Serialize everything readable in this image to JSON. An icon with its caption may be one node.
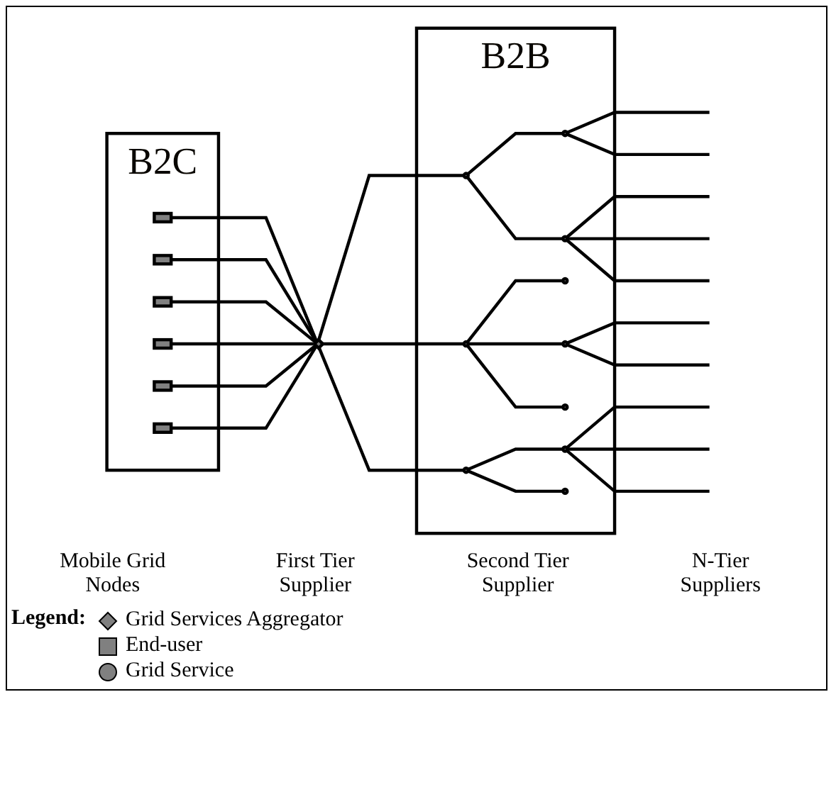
{
  "diagram": {
    "nodes": [
      {
        "text": [
          "B2C"
        ]
      },
      {
        "text": [],
        "shape": "box",
        "in": 0
      },
      {
        "text": [],
        "shape": "box",
        "in": 0
      },
      {
        "text": [],
        "shape": "box",
        "in": 0
      },
      {
        "text": [],
        "shape": "box",
        "in": 0
      },
      {
        "text": [],
        "shape": "box",
        "in": 0
      },
      {
        "text": [],
        "shape": "box",
        "in": 0
      },
      {
        "text": [],
        "shape": "diamond"
      },
      {
        "text": [
          "B2B"
        ]
      },
      {
        "text": [],
        "shape": "circle",
        "in": 8
      },
      {
        "text": [],
        "shape": "circle",
        "in": 8
      },
      {
        "text": [],
        "shape": "circle",
        "in": 8
      },
      {
        "text": [],
        "shape": "circle",
        "in": 8
      },
      {
        "text": [],
        "shape": "circle",
        "in": 8
      },
      {
        "text": [],
        "shape": "circle",
        "in": 8
      },
      {
        "text": [],
        "shape": "circle",
        "in": 8
      },
      {
        "text": [],
        "shape": "circle",
        "in": 8
      },
      {
        "text": [],
        "shape": "circle",
        "in": 8
      },
      {
        "text": [],
        "shape": "circle",
        "in": 8
      }
    ],
    "edges": [
      {
        "from": 1,
        "to": 7,
        "arrow": "none"
      },
      {
        "from": 2,
        "to": 7,
        "arrow": "none"
      },
      {
        "from": 3,
        "to": 7,
        "arrow": "none"
      },
      {
        "from": 4,
        "to": 7,
        "arrow": "none"
      },
      {
        "from": 5,
        "to": 7,
        "arrow": "none"
      },
      {
        "from": 6,
        "to": 7,
        "arrow": "none"
      },
      {
        "from": 7,
        "to": 9,
        "arrow": "none"
      },
      {
        "from": 7,
        "to": 10,
        "arrow": "none"
      },
      {
        "from": 7,
        "to": 11,
        "arrow": "none"
      },
      {
        "from": 9,
        "to": 12,
        "arrow": "none"
      },
      {
        "from": 9,
        "to": 13,
        "arrow": "none"
      },
      {
        "from": 10,
        "to": 14,
        "arrow": "none"
      },
      {
        "from": 10,
        "to": 15,
        "arrow": "none"
      },
      {
        "from": 10,
        "to": 16,
        "arrow": "none"
      },
      {
        "from": 11,
        "to": 17,
        "arrow": "none"
      },
      {
        "from": 11,
        "to": 18,
        "arrow": "none"
      },
      {
        "from": 12,
        "to": null,
        "arrow": "none"
      },
      {
        "from": 12,
        "to": null,
        "arrow": "none"
      },
      {
        "from": 13,
        "to": null,
        "arrow": "none"
      },
      {
        "from": 13,
        "to": null,
        "arrow": "none"
      },
      {
        "from": 13,
        "to": null,
        "arrow": "none"
      },
      {
        "from": 15,
        "to": null,
        "arrow": "none"
      },
      {
        "from": 15,
        "to": null,
        "arrow": "none"
      },
      {
        "from": 17,
        "to": null,
        "arrow": "none"
      },
      {
        "from": 17,
        "to": null,
        "arrow": "none"
      },
      {
        "from": 17,
        "to": null,
        "arrow": "none"
      }
    ],
    "labels": [
      "Mobile Grid Nodes",
      "First Tier Supplier",
      "Second Tier Supplier",
      "N-Tier Suppliers",
      "Legend:"
    ],
    "legend": [
      {
        "text": "Grid Services Aggregator"
      },
      {
        "text": "End-user"
      },
      {
        "text": "Grid Service"
      }
    ]
  }
}
